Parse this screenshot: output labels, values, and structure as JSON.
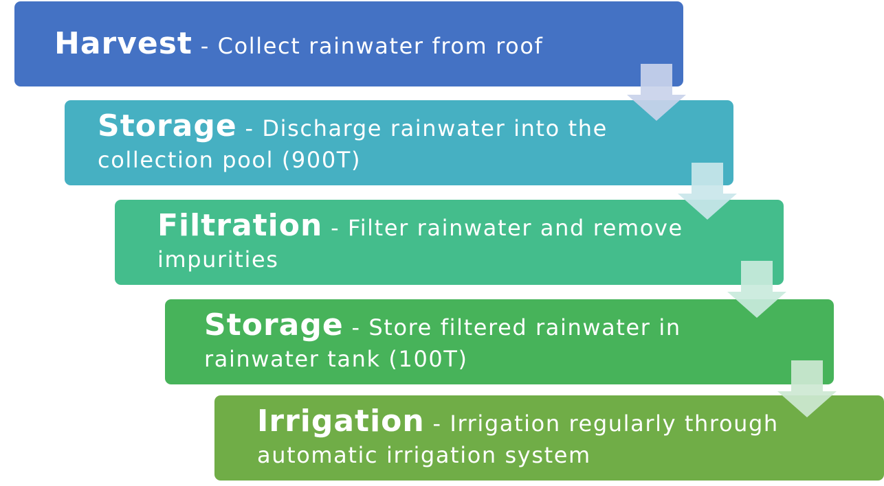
{
  "steps": [
    {
      "title": "Harvest",
      "separator": " - ",
      "description": "Collect rainwater from roof",
      "color": "#4472c4"
    },
    {
      "title": "Storage",
      "separator": " - ",
      "description": "Discharge rainwater into the collection pool (900T)",
      "color": "#46b0c2"
    },
    {
      "title": "Filtration",
      "separator": " - ",
      "description": "Filter rainwater and remove impurities",
      "color": "#44bd8c"
    },
    {
      "title": "Storage",
      "separator": " - ",
      "description": "Store filtered rainwater in rainwater tank (100T)",
      "color": "#47b35a"
    },
    {
      "title": "Irrigation",
      "separator": " - ",
      "description": "Irrigation regularly through automatic irrigation system",
      "color": "#70ad47"
    }
  ],
  "arrows": [
    {
      "icon": "down-arrow-icon",
      "color": "#c9d2ea"
    },
    {
      "icon": "down-arrow-icon",
      "color": "#c9e6ea"
    },
    {
      "icon": "down-arrow-icon",
      "color": "#c9eadc"
    },
    {
      "icon": "down-arrow-icon",
      "color": "#cde8d2"
    }
  ]
}
